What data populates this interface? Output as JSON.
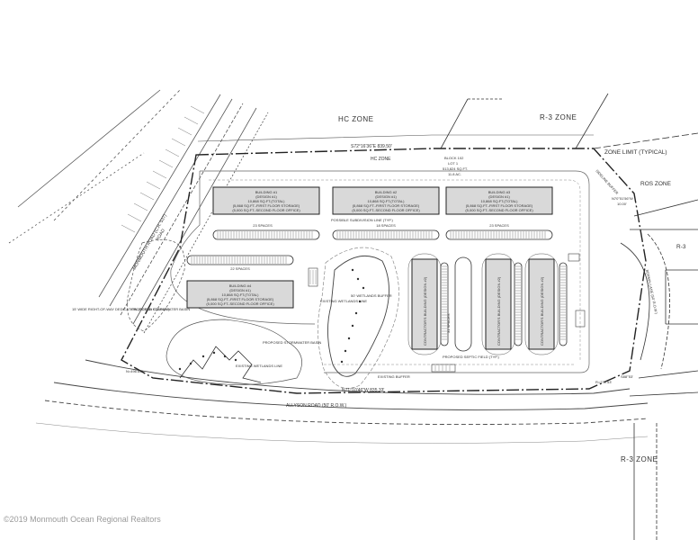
{
  "zones": {
    "hc_top": "HC ZONE",
    "hc_mid": "HC ZONE",
    "r3_top": "R-3 ZONE",
    "r3_bottom": "R-3 ZONE",
    "r3_right": "R-3",
    "ros": "ROS ZONE",
    "zone_limit": "ZONE LIMIT (TYPICAL)"
  },
  "bearings": {
    "north_line": "S72°16'36\"E 839.50'",
    "south_line": "N71°10'46\"W 835.33'",
    "east_line": "N70°51'56\"W",
    "east_dist": "10.00'",
    "south_east": "R=272.53'",
    "south_east_arc": "S88°53'",
    "south_west": "N=496.63'"
  },
  "roads": {
    "allyson": "ALLYSON ROAD (50' R.O.W.)",
    "monmouth": "MONMOUTH ROAD (C.R. 537)",
    "west_road": "ROAD"
  },
  "parcel": {
    "block": "BLOCK 102",
    "lot": "LOT 1",
    "area": "513,824 SQ.FT.",
    "acres": "11.8 AC."
  },
  "buildings": [
    {
      "name": "BUILDING #1",
      "l1": "(DESIGN #1)",
      "l2": "10,868 SQ.FT.(TOTAL)",
      "l3": "(5,868 SQ.FT.-FIRST FLOOR STORAGE)",
      "l4": "(5,000 SQ.FT.-SECOND FLOOR OFFICE)"
    },
    {
      "name": "BUILDING #2",
      "l1": "(DESIGN #1)",
      "l2": "10,868 SQ.FT.(TOTAL)",
      "l3": "(5,868 SQ.FT.-FIRST FLOOR STORAGE)",
      "l4": "(5,000 SQ.FT.-SECOND FLOOR OFFICE)"
    },
    {
      "name": "BUILDING #3",
      "l1": "(DESIGN #1)",
      "l2": "10,868 SQ.FT.(TOTAL)",
      "l3": "(5,868 SQ.FT.-FIRST FLOOR STORAGE)",
      "l4": "(5,000 SQ.FT.-SECOND FLOOR OFFICE)"
    },
    {
      "name": "BUILDING #4",
      "l1": "(DESIGN #1)",
      "l2": "10,868 SQ.FT.(TOTAL)",
      "l3": "(5,868 SQ.FT.-FIRST FLOOR STORAGE)",
      "l4": "(5,000 SQ.FT.-SECOND FLOOR OFFICE)"
    }
  ],
  "vertical_buildings": [
    "CONTRACTOR'S BUILDING (DESIGN #2)",
    "CONTRACTOR'S BUILDING (DESIGN #2)",
    "CONTRACTOR'S BUILDING (DESIGN #2)"
  ],
  "parking": {
    "row1": "23 SPACES",
    "row2": "18 SPACES",
    "row3": "23 SPACES",
    "row4": "22 SPACES",
    "row5": "31 SPACES"
  },
  "features": {
    "stormwater_west": "PROPOSED STORMWATER BASIN",
    "stormwater_south": "PROPOSED STORMWATER BASIN",
    "wetlands": "EXISTING WETLANDS LINE",
    "wetlands_buffer": "50' WETLANDS BUFFER",
    "wetlands_south": "EXISTING WETLANDS LINE",
    "subdivision": "POSSIBLE SUBDIVISION LINE (TYP.)",
    "septic": "PROPOSED SEPTIC FIELD (TYP.)",
    "dedication": "15' WIDE RIGHT-OF-WAY DEDICATION (OCEAN COUNTY)",
    "buffer_zone": "EXISTING BUFFER",
    "ros_sideline": "BERMIN LANE (50' R.O.W.)",
    "sideline_ros": "SIDELINE BUFFER"
  },
  "credit": "©2019 Monmouth Ocean Regional Realtors"
}
